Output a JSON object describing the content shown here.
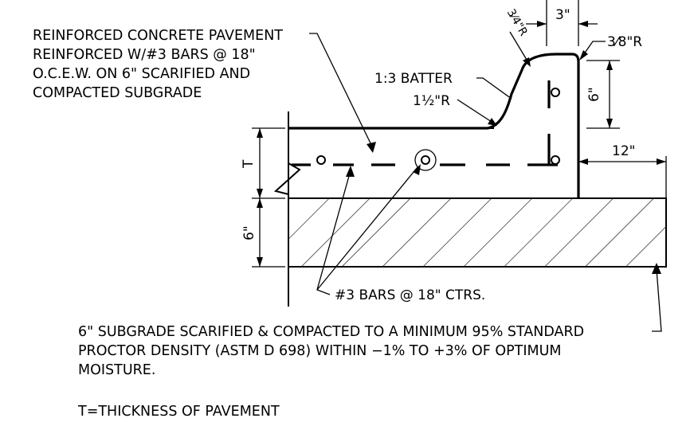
{
  "drawing": {
    "pavement_note": [
      "REINFORCED CONCRETE PAVEMENT",
      "REINFORCED W/#3 BARS @ 18\"",
      "O.C.E.W. ON 6\" SCARIFIED AND",
      "COMPACTED SUBGRADE"
    ],
    "batter_label": "1:3 BATTER",
    "radius_1_5": "1½\"R",
    "radius_3_4": "3⁄4\"R",
    "radius_3_8": "3⁄8\"R",
    "dim_3in": "3\"",
    "dim_6in_curb": "6\"",
    "dim_12in": "12\"",
    "dim_T": "T",
    "dim_6in_subgrade": "6\"",
    "bars_label": "#3 BARS @ 18\" CTRS.",
    "subgrade_note": [
      "6\" SUBGRADE SCARIFIED & COMPACTED TO A MINIMUM 95% STANDARD",
      "PROCTOR DENSITY (ASTM D 698) WITHIN −1% TO +3% OF OPTIMUM",
      "MOISTURE."
    ],
    "legend": "T=THICKNESS OF PAVEMENT"
  }
}
